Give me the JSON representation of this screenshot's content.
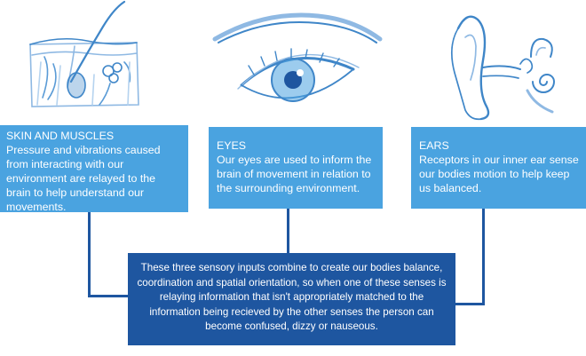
{
  "panels": [
    {
      "id": "skin",
      "title": "SKIN AND MUSCLES",
      "text": "Pressure and vibrations caused from interacting with our environment are relayed to the brain to help understand our movements."
    },
    {
      "id": "eyes",
      "title": "EYES",
      "text": "Our eyes are used to inform the brain of movement in relation to the surrounding environment."
    },
    {
      "id": "ears",
      "title": "EARS",
      "text": "Receptors in our inner ear sense our bodies motion to help keep us balanced."
    }
  ],
  "summary": "These three sensory inputs combine to create our bodies balance, coordination and spatial orientation, so when one of these senses is relaying information that isn't appropriately matched to the information being recieved by the other senses the person can become confused, dizzy or nauseous.",
  "colors": {
    "panel": "#4aa3e0",
    "summary": "#1e56a0",
    "sketch": "#3f86c8"
  },
  "illustrations": [
    "skin-muscle-sketch",
    "eye-sketch",
    "ear-sketch"
  ]
}
